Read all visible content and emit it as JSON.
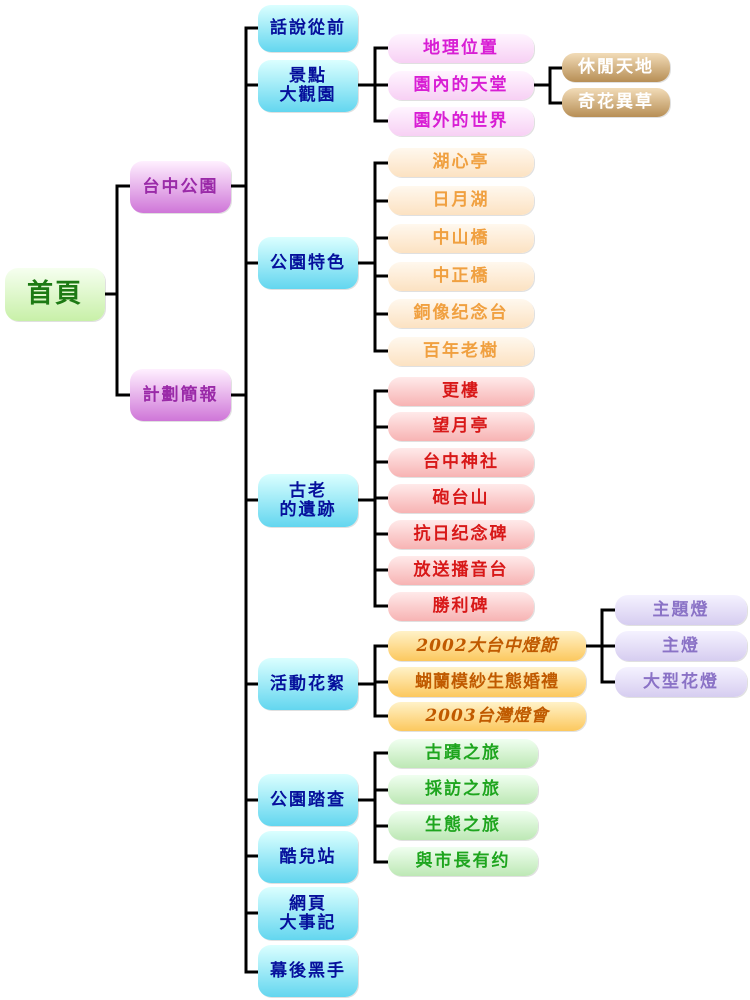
{
  "home": {
    "label": "首頁"
  },
  "level1": {
    "park": "台中公園",
    "plan": "計劃簡報"
  },
  "level2": {
    "history": "話說從前",
    "scenery": [
      "景點",
      "大觀園"
    ],
    "features": "公園特色",
    "relics": [
      "古老",
      "的遺跡"
    ],
    "events": "活動花絮",
    "survey": "公園踏查",
    "kids": "酷兒站",
    "web_events": [
      "網頁",
      "大事記"
    ],
    "team": "幕後黑手"
  },
  "scenery_items": {
    "location": "地理位置",
    "heaven": "園內的天堂",
    "outside": "園外的世界"
  },
  "heaven_items": [
    "休閒天地",
    "奇花異草"
  ],
  "feature_items": [
    "湖心亭",
    "日月湖",
    "中山橋",
    "中正橋",
    "銅像纪念台",
    "百年老樹"
  ],
  "relic_items": [
    "更樓",
    "望月亭",
    "台中神社",
    "砲台山",
    "抗日纪念碑",
    "放送播音台",
    "勝利碑"
  ],
  "event_items": [
    "2002大台中燈節",
    "蝴蘭模紗生態婚禮",
    "2003台灣燈會"
  ],
  "lantern_items": [
    "主題燈",
    "主燈",
    "大型花燈"
  ],
  "survey_items": [
    "古蹟之旅",
    "採訪之旅",
    "生態之旅",
    "與市長有约"
  ],
  "colors": {
    "line": "#000000",
    "home": "#1d7a14",
    "level1": "#9a2aa8",
    "level2": "#06109c"
  }
}
